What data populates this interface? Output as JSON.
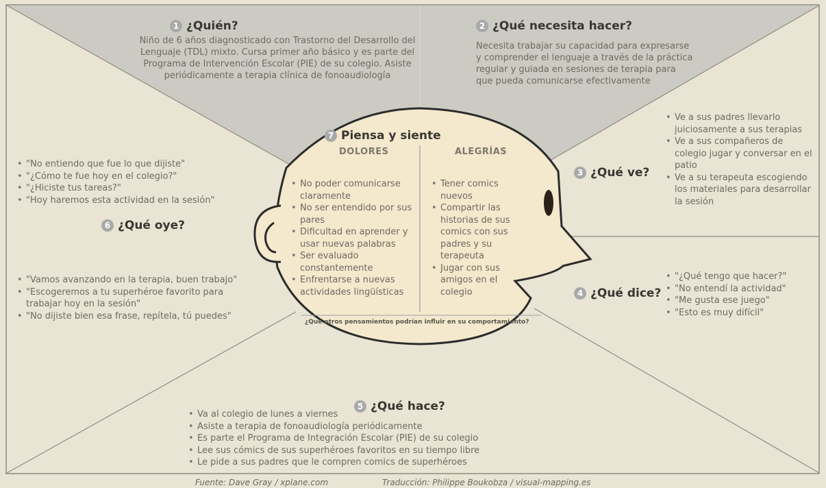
{
  "colors": {
    "background": "#e9e4d3",
    "top_band": "#cbcbc4",
    "lines": "#8f8b80",
    "head_fill": "#f4e8cd",
    "head_stroke": "#2b2b2b",
    "number_badge": "#a9a9a9"
  },
  "quien": {
    "number": "1",
    "title": "¿Quién?",
    "lines": [
      "Niño de 6 años diagnosticado con Trastorno del Desarrollo del",
      "Lenguaje (TDL) mixto. Cursa primer año básico y es parte del",
      "Programa de Intervención Escolar (PIE) de su colegio. Asiste",
      "periódicamente a terapia clínica de fonoaudiología"
    ]
  },
  "necesita": {
    "number": "2",
    "title": "¿Qué necesita hacer?",
    "lines": [
      "Necesita trabajar su capacidad para expresarse",
      "y comprender el lenguaje a través de la práctica",
      "regular y guiada en sesiones de terapia para",
      "que pueda comunicarse efectivamente"
    ]
  },
  "ve": {
    "number": "3",
    "title": "¿Qué ve?",
    "items": [
      "Ve a sus padres llevarlo juiciosamente a sus terapias",
      "Ve a sus compañeros de colegio jugar y conversar en el patio",
      "Ve a su terapeuta escogiendo los materiales para desarrollar la sesión"
    ]
  },
  "dice": {
    "number": "4",
    "title": "¿Qué dice?",
    "items": [
      "\"¿Qué tengo que hacer?\"",
      "\"No entendí la actividad\"",
      "\"Me gusta ese juego\"",
      "\"Esto es muy difícil\""
    ]
  },
  "hace": {
    "number": "5",
    "title": "¿Qué hace?",
    "items": [
      "Va al colegio de lunes a viernes",
      "Asiste a terapia de fonoaudiología periódicamente",
      "Es parte el Programa de Integración Escolar (PIE) de su colegio",
      "Lee sus cómics de sus superhéroes favoritos en su tiempo libre",
      "Le pide a sus padres que le compren comics de superhéroes"
    ]
  },
  "oye": {
    "number": "6",
    "title": "¿Qué oye?",
    "items_top": [
      "\"No entiendo que fue lo que dijiste\"",
      "\"¿Cómo te fue hoy en el colegio?\"",
      "\"¿Hiciste tus tareas?\"",
      "\"Hoy haremos esta actividad en la sesión\""
    ],
    "items_bottom": [
      "\"Vamos avanzando en la terapia, buen trabajo\"",
      "\"Escogeremos a tu superhéroe favorito para trabajar hoy en la sesión\"",
      "\"No dijiste bien esa frase, repítela, tú puedes\""
    ]
  },
  "piensa": {
    "number": "7",
    "title": "Piensa y siente",
    "dolores_title": "DOLORES",
    "dolores": [
      "No poder comunicarse claramente",
      "No ser entendido por sus pares",
      "Dificultad en aprender y usar nuevas palabras",
      "Ser evaluado constantemente",
      "Enfrentarse a nuevas actividades lingüísticas"
    ],
    "alegrias_title": "ALEGRÍAS",
    "alegrias": [
      "Tener comics nuevos",
      "Compartir las historias de sus comics con sus padres y su terapeuta",
      "Jugar con sus amigos en el colegio"
    ],
    "question": "¿Qué otros pensamientos podrían influir en su comportamiento?"
  },
  "footer": {
    "source": "Fuente: Dave Gray / xplane.com",
    "translation": "Traducción: Philippe Boukobza / visual-mapping.es"
  }
}
